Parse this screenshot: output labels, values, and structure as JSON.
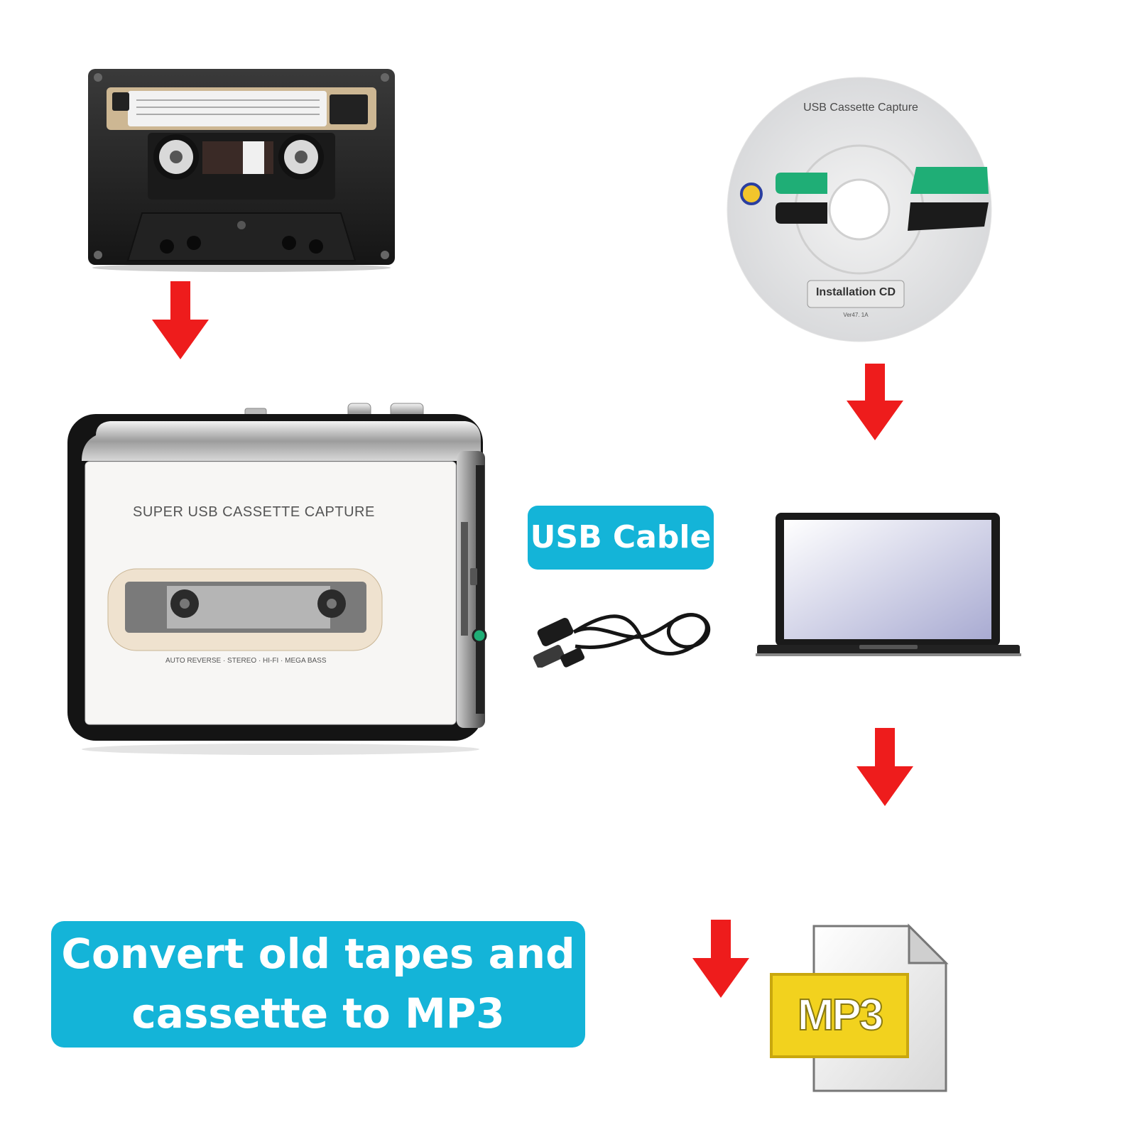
{
  "player": {
    "brand_text": "SUPER USB CASSETTE CAPTURE",
    "features_text": "AUTO REVERSE · STEREO · HI-FI · MEGA BASS"
  },
  "cd": {
    "title_text": "USB Cassette Capture",
    "label_text": "Installation CD",
    "version_text": "Ver47. 1A"
  },
  "cable": {
    "label": "USB Cable"
  },
  "file": {
    "label": "MP3"
  },
  "headline": {
    "line1": "Convert old tapes and",
    "line2": "cassette to MP3"
  },
  "colors": {
    "accent": "#14b4d8",
    "arrow": "#ee1c1c",
    "mp3_badge": "#f2d21e",
    "cd_green": "#1fae76"
  },
  "icons": [
    "cassette-tape-icon",
    "cassette-player-icon",
    "installation-cd-icon",
    "laptop-icon",
    "usb-cable-icon",
    "mp3-file-icon",
    "arrow-down-icon"
  ]
}
